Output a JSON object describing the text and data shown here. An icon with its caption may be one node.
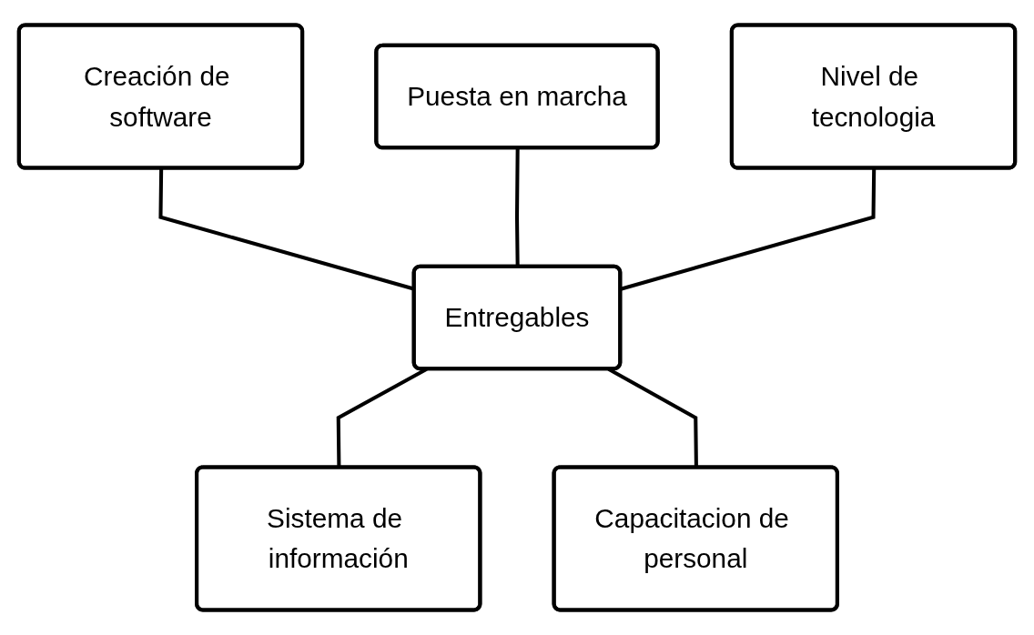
{
  "diagram": {
    "nodes": [
      {
        "text": [
          "Creación de software"
        ]
      },
      {
        "text": [
          "Puesta en marcha"
        ]
      },
      {
        "text": [
          "Nivel de tecnologia"
        ]
      },
      {
        "text": [
          "Entregables"
        ]
      },
      {
        "text": [
          "Sistema de información"
        ]
      },
      {
        "text": [
          "Capacitacion de personal"
        ]
      }
    ],
    "edges": [
      {
        "from": 0,
        "to": 3,
        "arrow": "none"
      },
      {
        "from": 1,
        "to": 3,
        "arrow": "none"
      },
      {
        "from": 2,
        "to": 3,
        "arrow": "none"
      },
      {
        "from": 3,
        "to": 4,
        "arrow": "none"
      },
      {
        "from": 3,
        "to": 5,
        "arrow": "none"
      }
    ]
  }
}
